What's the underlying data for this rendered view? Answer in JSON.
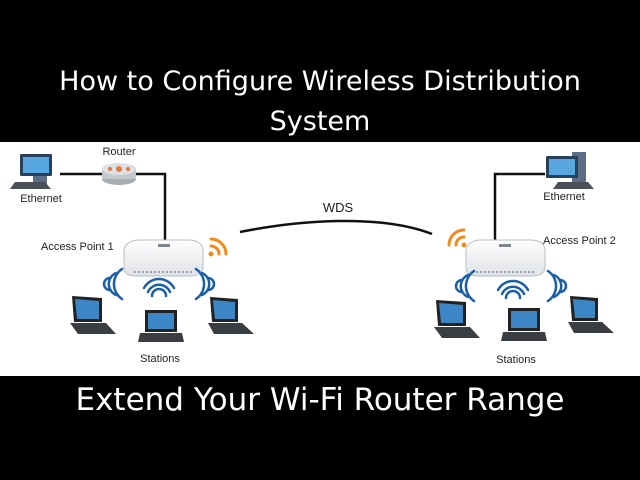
{
  "header": {
    "title_line1": "How to Configure Wireless Distribution",
    "title_line2": "System"
  },
  "footer": {
    "subtitle": "Extend Your Wi-Fi Router Range"
  },
  "diagram": {
    "left": {
      "computer_label": "Ethernet",
      "router_label": "Router",
      "access_point_label": "Access Point 1",
      "stations_label": "Stations"
    },
    "link_label": "WDS",
    "right": {
      "computer_label": "Ethernet",
      "access_point_label": "Access Point 2",
      "stations_label": "Stations"
    }
  },
  "colors": {
    "background": "#000000",
    "panel": "#ffffff",
    "wifi_orange": "#f28a1b",
    "wifi_blue": "#1b5fa8",
    "ap_body": "#f2f3f5"
  }
}
